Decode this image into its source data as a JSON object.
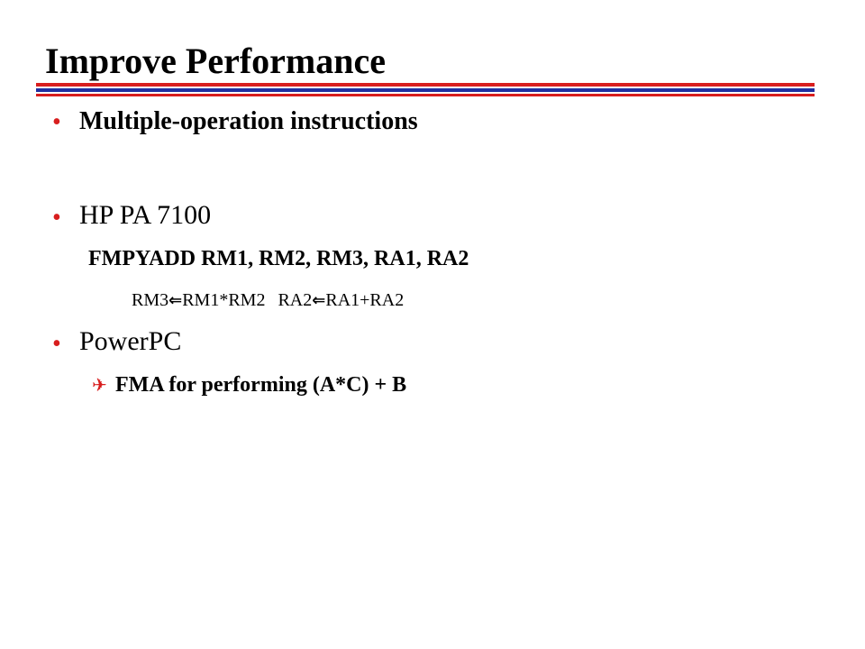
{
  "slide": {
    "title": "Improve Performance",
    "bullets": [
      {
        "text": "Multiple-operation  instructions"
      },
      {
        "text": "HP PA 7100"
      },
      {
        "text": "PowerPC"
      }
    ],
    "hp_instruction": "FMPYADD RM1, RM2, RM3, RA1, RA2",
    "hp_semantics": {
      "part1_dest": "RM3",
      "part1_expr": "RM1*RM2",
      "part2_dest": "RA2",
      "part2_expr": "RA1+RA2"
    },
    "powerpc_sub": "FMA  for performing (A*C) + B",
    "colors": {
      "accent_red": "#d81e1e",
      "accent_blue": "#1f2fa0"
    },
    "icons": {
      "bullet": "bullet-dot-icon",
      "sub_bullet": "plane-icon",
      "arrow": "left-arrow-icon"
    }
  }
}
